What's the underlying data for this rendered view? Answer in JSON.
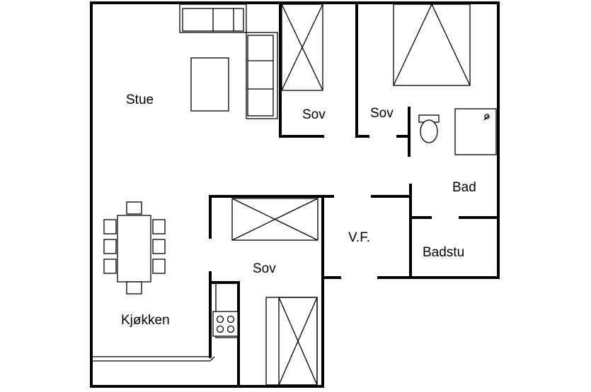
{
  "rooms": {
    "stue": "Stue",
    "sov_a": "Sov",
    "sov_b": "Sov",
    "sov_c": "Sov",
    "bad": "Bad",
    "vf": "V.F.",
    "badstu": "Badstu",
    "kjokken": "Kjøkken"
  },
  "colors": {
    "wall": "#000000",
    "background": "#ffffff"
  }
}
